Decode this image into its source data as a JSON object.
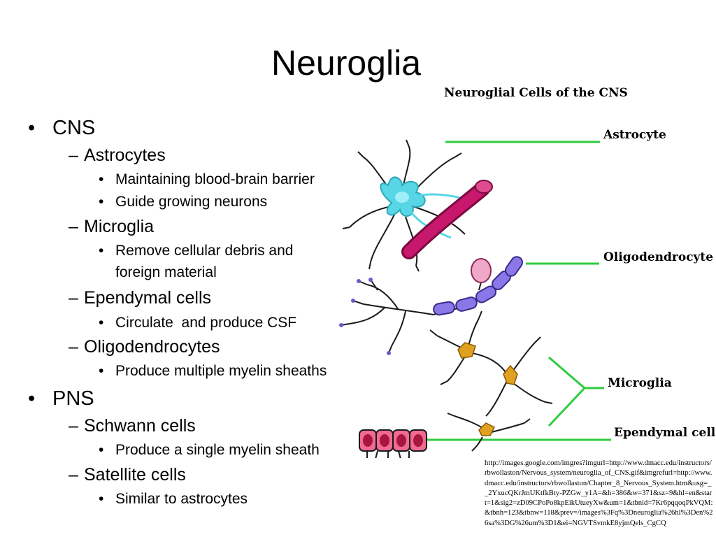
{
  "slide": {
    "title": "Neuroglia",
    "outline": [
      {
        "label": "CNS",
        "children": [
          {
            "label": "Astrocytes",
            "children": [
              "Maintaining blood-brain barrier",
              "Guide growing neurons"
            ]
          },
          {
            "label": "Microglia",
            "children": [
              "Remove cellular debris and foreign material"
            ]
          },
          {
            "label": "Ependymal cells",
            "children": [
              "Circulate  and produce CSF"
            ]
          },
          {
            "label": "Oligodendrocytes",
            "children": [
              "Produce multiple myelin sheaths"
            ]
          }
        ]
      },
      {
        "label": "PNS",
        "children": [
          {
            "label": "Schwann cells",
            "children": [
              "Produce a single myelin sheath"
            ]
          },
          {
            "label": "Satellite cells",
            "children": [
              "Similar to astrocytes"
            ]
          }
        ]
      }
    ],
    "markers": {
      "level1": "•",
      "level2": "–",
      "level3": "•"
    }
  },
  "figure": {
    "caption": "Neuroglial Cells of the CNS",
    "labels": {
      "astrocyte": "Astrocyte",
      "oligodendrocyte": "Oligodendrocyte",
      "microglia": "Microglia",
      "ependymal": "Ependymal cells"
    },
    "colors": {
      "leader_line": "#2ecc40",
      "astrocyte": "#58d6e6",
      "blood_vessel": "#c8186e",
      "oligodendrocyte_body": "#f0a8c8",
      "myelin": "#8a78e8",
      "microglia": "#e0a020",
      "ependymal": "#f06a92"
    }
  },
  "source_url": "http://images.google.com/imgres?imgurl=http://www.dmacc.edu/instructors/rbwollaston/Nervous_system/neuroglia_of_CNS.gif&imgrefurl=http://www.dmacc.edu/instructors/rbwollaston/Chapter_8_Nervous_System.htm&usg=__2YxucQKrJmUKtfkBty-PZGw_y1A=&h=386&w=371&sz=9&hl=en&start=1&sig2=zD09CPoPo8kpEikUtueyXw&um=1&tbnid=7Kr6pqqoqPkVQM:&tbnh=123&tbnw=118&prev=/images%3Fq%3Dneuroglia%26hl%3Den%26sa%3DG%26um%3D1&ei=NGVTSvmkE8yjmQels_CgCQ"
}
